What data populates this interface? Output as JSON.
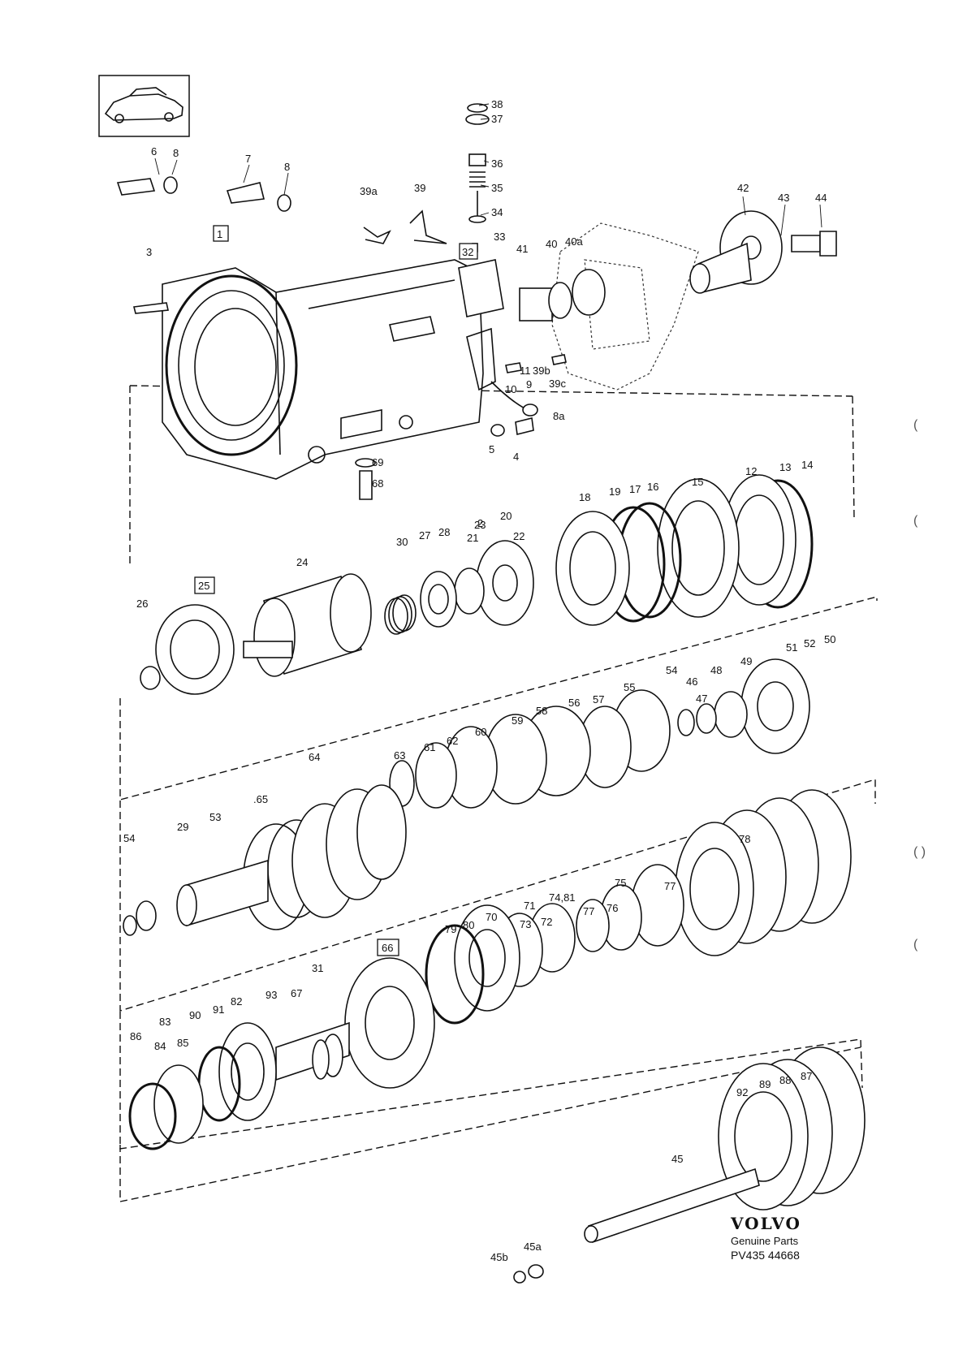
{
  "callouts": [
    {
      "text": "38"
    },
    {
      "text": "37"
    },
    {
      "text": "36"
    },
    {
      "text": "35"
    },
    {
      "text": "34"
    },
    {
      "text": "33"
    },
    {
      "text": "6"
    },
    {
      "text": "8"
    },
    {
      "text": "7"
    },
    {
      "text": "8"
    },
    {
      "text": "39a"
    },
    {
      "text": "39"
    },
    {
      "text": "42"
    },
    {
      "text": "43"
    },
    {
      "text": "44"
    },
    {
      "text": "41"
    },
    {
      "text": "40"
    },
    {
      "text": "40a"
    },
    {
      "text": "3"
    },
    {
      "text": "11"
    },
    {
      "text": "39b"
    },
    {
      "text": "9"
    },
    {
      "text": "39c"
    },
    {
      "text": "10"
    },
    {
      "text": "8a"
    },
    {
      "text": "5"
    },
    {
      "text": "4"
    },
    {
      "text": "69"
    },
    {
      "text": "68"
    },
    {
      "text": "18"
    },
    {
      "text": "19"
    },
    {
      "text": "17"
    },
    {
      "text": "16"
    },
    {
      "text": "15"
    },
    {
      "text": "12"
    },
    {
      "text": "13"
    },
    {
      "text": "14"
    },
    {
      "text": "20"
    },
    {
      "text": "30"
    },
    {
      "text": "27"
    },
    {
      "text": "28"
    },
    {
      "text": "2"
    },
    {
      "text": "23"
    },
    {
      "text": "21"
    },
    {
      "text": "22"
    },
    {
      "text": "24"
    },
    {
      "text": "26"
    },
    {
      "text": "51"
    },
    {
      "text": "52"
    },
    {
      "text": "50"
    },
    {
      "text": "49"
    },
    {
      "text": "54"
    },
    {
      "text": "48"
    },
    {
      "text": "46"
    },
    {
      "text": "47"
    },
    {
      "text": "55"
    },
    {
      "text": "56"
    },
    {
      "text": "57"
    },
    {
      "text": "58"
    },
    {
      "text": "59"
    },
    {
      "text": "60"
    },
    {
      "text": "62"
    },
    {
      "text": "61"
    },
    {
      "text": "63"
    },
    {
      "text": "64"
    },
    {
      "text": ".65"
    },
    {
      "text": "29"
    },
    {
      "text": "53"
    },
    {
      "text": "54"
    },
    {
      "text": "78"
    },
    {
      "text": "75"
    },
    {
      "text": "77"
    },
    {
      "text": "76"
    },
    {
      "text": "77"
    },
    {
      "text": "74,81"
    },
    {
      "text": "71"
    },
    {
      "text": "73"
    },
    {
      "text": "72"
    },
    {
      "text": "70"
    },
    {
      "text": "80"
    },
    {
      "text": "79"
    },
    {
      "text": "31"
    },
    {
      "text": "67"
    },
    {
      "text": "93"
    },
    {
      "text": "82"
    },
    {
      "text": "91"
    },
    {
      "text": "90"
    },
    {
      "text": "83"
    },
    {
      "text": "86"
    },
    {
      "text": "84"
    },
    {
      "text": "85"
    },
    {
      "text": "92"
    },
    {
      "text": "89"
    },
    {
      "text": "88"
    },
    {
      "text": "87"
    },
    {
      "text": "45"
    },
    {
      "text": "45a"
    },
    {
      "text": "45b"
    }
  ],
  "boxed_callouts": [
    {
      "text": "1"
    },
    {
      "text": "32"
    },
    {
      "text": "25"
    },
    {
      "text": "66"
    }
  ],
  "brand": {
    "logo": "VOLVO",
    "subtitle": "Genuine Parts",
    "reference": "PV435 44668"
  },
  "margin_marks": [
    "(",
    "(",
    "( )",
    "("
  ]
}
